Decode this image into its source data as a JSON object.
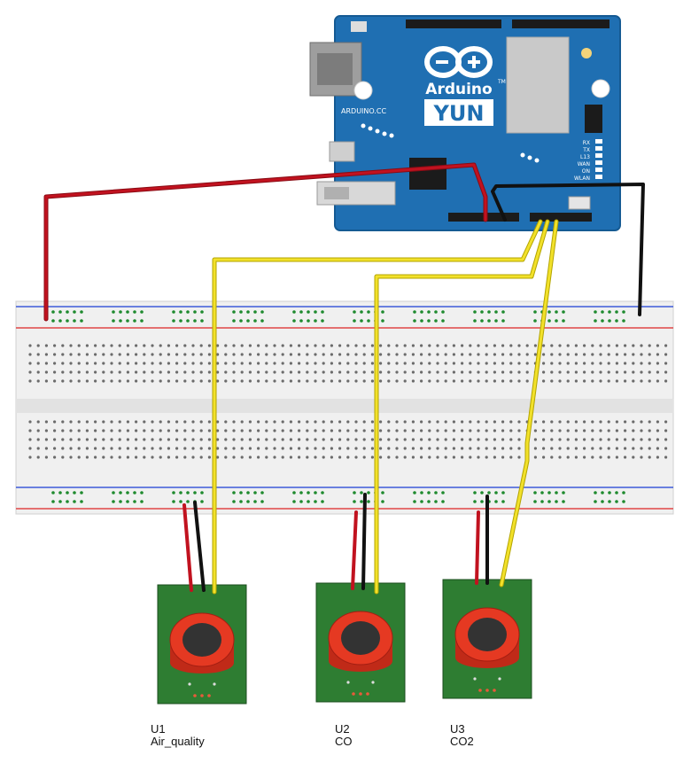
{
  "board": {
    "brand": "Arduino",
    "model": "YUN",
    "site": "ARDUINO.CC",
    "tm": "TM",
    "leds": [
      "RX",
      "TX",
      "L13",
      "WAN",
      "ON",
      "WLAN"
    ],
    "colors": {
      "pcb": "#1f6fb2",
      "pcb_dark": "#155a93",
      "header": "#1b1b1b"
    }
  },
  "sensors": [
    {
      "id": "U1",
      "name": "Air_quality"
    },
    {
      "id": "U2",
      "name": "CO"
    },
    {
      "id": "U3",
      "name": "CO2"
    }
  ],
  "wire_colors": {
    "power": "#c1121f",
    "ground": "#111111",
    "signal": "#f2e12a"
  },
  "colors": {
    "sensor_pcb": "#2e7d32",
    "sensor_ring": "#e53922",
    "sensor_core": "#333333",
    "breadboard": "#f2f2f2",
    "rail_red": "#e04545",
    "rail_blue": "#3d5bd9",
    "hole": "#6b6b6b",
    "rail_hole": "#1e8a2e"
  }
}
